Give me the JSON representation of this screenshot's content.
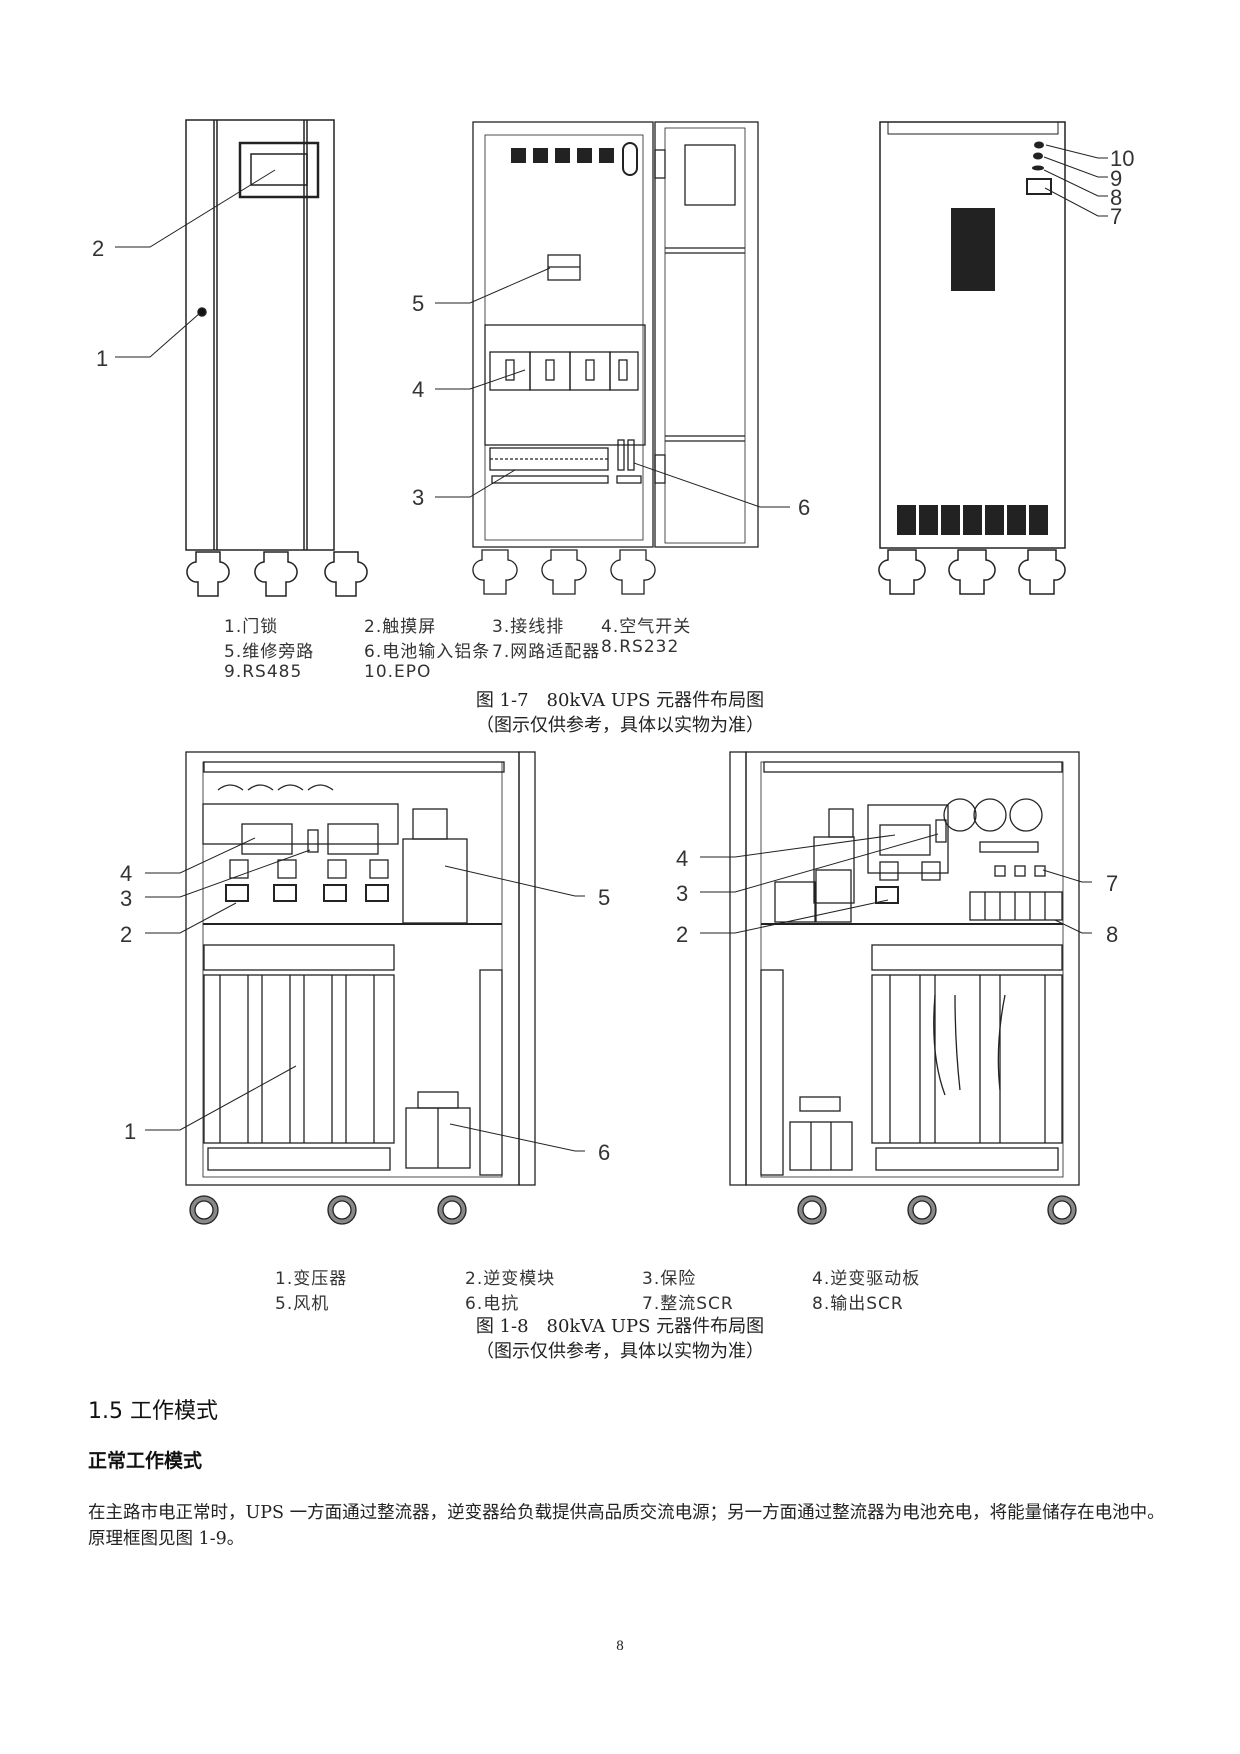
{
  "figure_1_7": {
    "callouts": {
      "front": [
        "2",
        "1"
      ],
      "open": [
        "5",
        "4",
        "3",
        "6"
      ],
      "rear": [
        "10",
        "9",
        "8",
        "7"
      ]
    },
    "legend": [
      [
        "1.门锁",
        "2.触摸屏",
        "3.接线排",
        "4.空气开关"
      ],
      [
        "5.维修旁路",
        "6.电池输入铝条",
        "7.网路适配器",
        "8.RS232"
      ],
      [
        "9.RS485",
        "10.EPO"
      ]
    ],
    "caption": "图 1-7　80kVA UPS 元器件布局图",
    "note": "（图示仅供参考，具体以实物为准）"
  },
  "figure_1_8": {
    "callouts": {
      "left": [
        "4",
        "3",
        "2",
        "1",
        "5",
        "6"
      ],
      "right": [
        "4",
        "3",
        "2",
        "7",
        "8"
      ]
    },
    "legend": [
      [
        "1.变压器",
        "2.逆变模块",
        "3.保险",
        "4.逆变驱动板"
      ],
      [
        "5.风机",
        "6.电抗",
        "7.整流SCR",
        "8.输出SCR"
      ]
    ],
    "caption": "图 1-8　80kVA UPS 元器件布局图",
    "note": "（图示仅供参考，具体以实物为准）"
  },
  "section": {
    "heading": "1.5 工作模式",
    "subheading": "正常工作模式",
    "paragraph": "在主路市电正常时，UPS 一方面通过整流器，逆变器给负载提供高品质交流电源；另一方面通过整流器为电池充电，将能量储存在电池中。原理框图见图 1-9。"
  },
  "page_number": "8"
}
